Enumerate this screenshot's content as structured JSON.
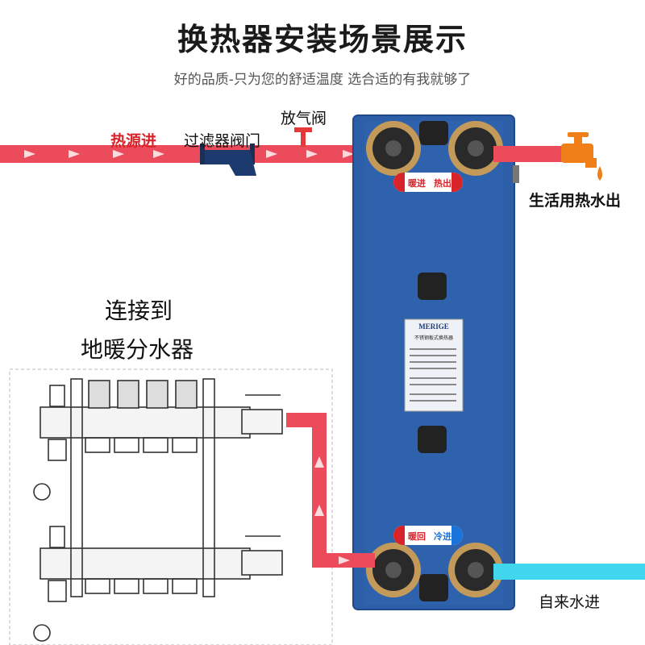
{
  "header": {
    "title": "换热器安装场景展示",
    "subtitle": "好的品质-只为您的舒适温度 选合适的有我就够了"
  },
  "labels": {
    "heat_in": "热源进",
    "filter_valve": "过滤器阀门",
    "vent_valve": "放气阀",
    "hot_water_out": "生活用热水出",
    "connect_line1": "连接到",
    "connect_line2": "地暖分水器",
    "tap_water_in": "自来水进"
  },
  "exchanger": {
    "top_tag_left": "暖进",
    "top_tag_right": "热出",
    "bottom_tag_left": "暖回",
    "bottom_tag_right": "冷进",
    "nameplate_brand": "MERIGE",
    "nameplate_title": "不锈钢板式换热器"
  },
  "colors": {
    "hot_pipe": "#ec4b5b",
    "cold_pipe": "#40d6ee",
    "plate": "#2d5fa8",
    "accent_red": "#d8232a"
  }
}
